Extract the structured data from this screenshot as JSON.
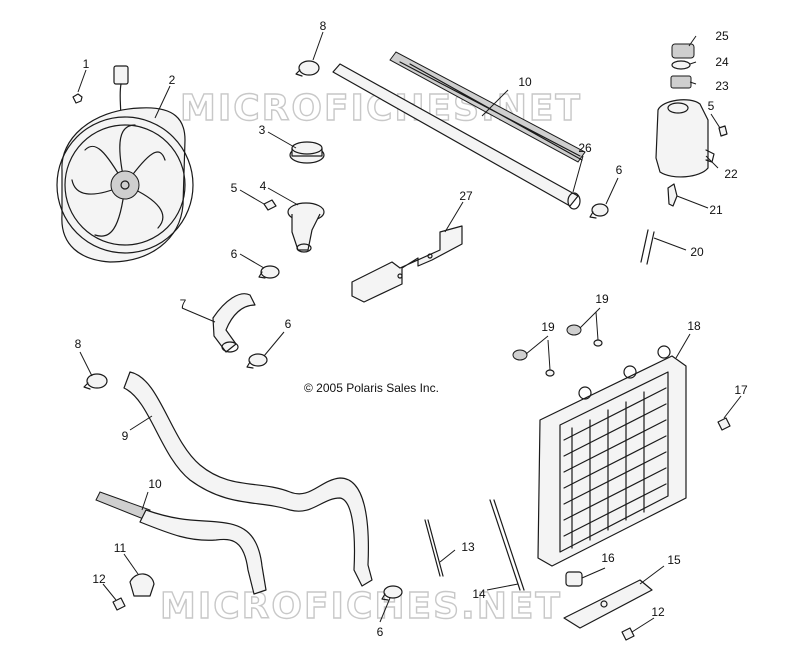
{
  "watermark": "MICROFICHES.NET",
  "copyright": "© 2005 Polaris Sales Inc.",
  "callouts": {
    "c1": "1",
    "c2": "2",
    "c3": "3",
    "c4": "4",
    "c5a": "5",
    "c5b": "5",
    "c6a": "6",
    "c6b": "6",
    "c6c": "6",
    "c6d": "6",
    "c7": "7",
    "c8a": "8",
    "c8b": "8",
    "c9": "9",
    "c10a": "10",
    "c10b": "10",
    "c11": "11",
    "c12a": "12",
    "c12b": "12",
    "c13": "13",
    "c14": "14",
    "c15": "15",
    "c16": "16",
    "c17": "17",
    "c18": "18",
    "c19a": "19",
    "c19b": "19",
    "c20": "20",
    "c21": "21",
    "c22": "22",
    "c23": "23",
    "c24": "24",
    "c25": "25",
    "c26": "26",
    "c27": "27"
  }
}
